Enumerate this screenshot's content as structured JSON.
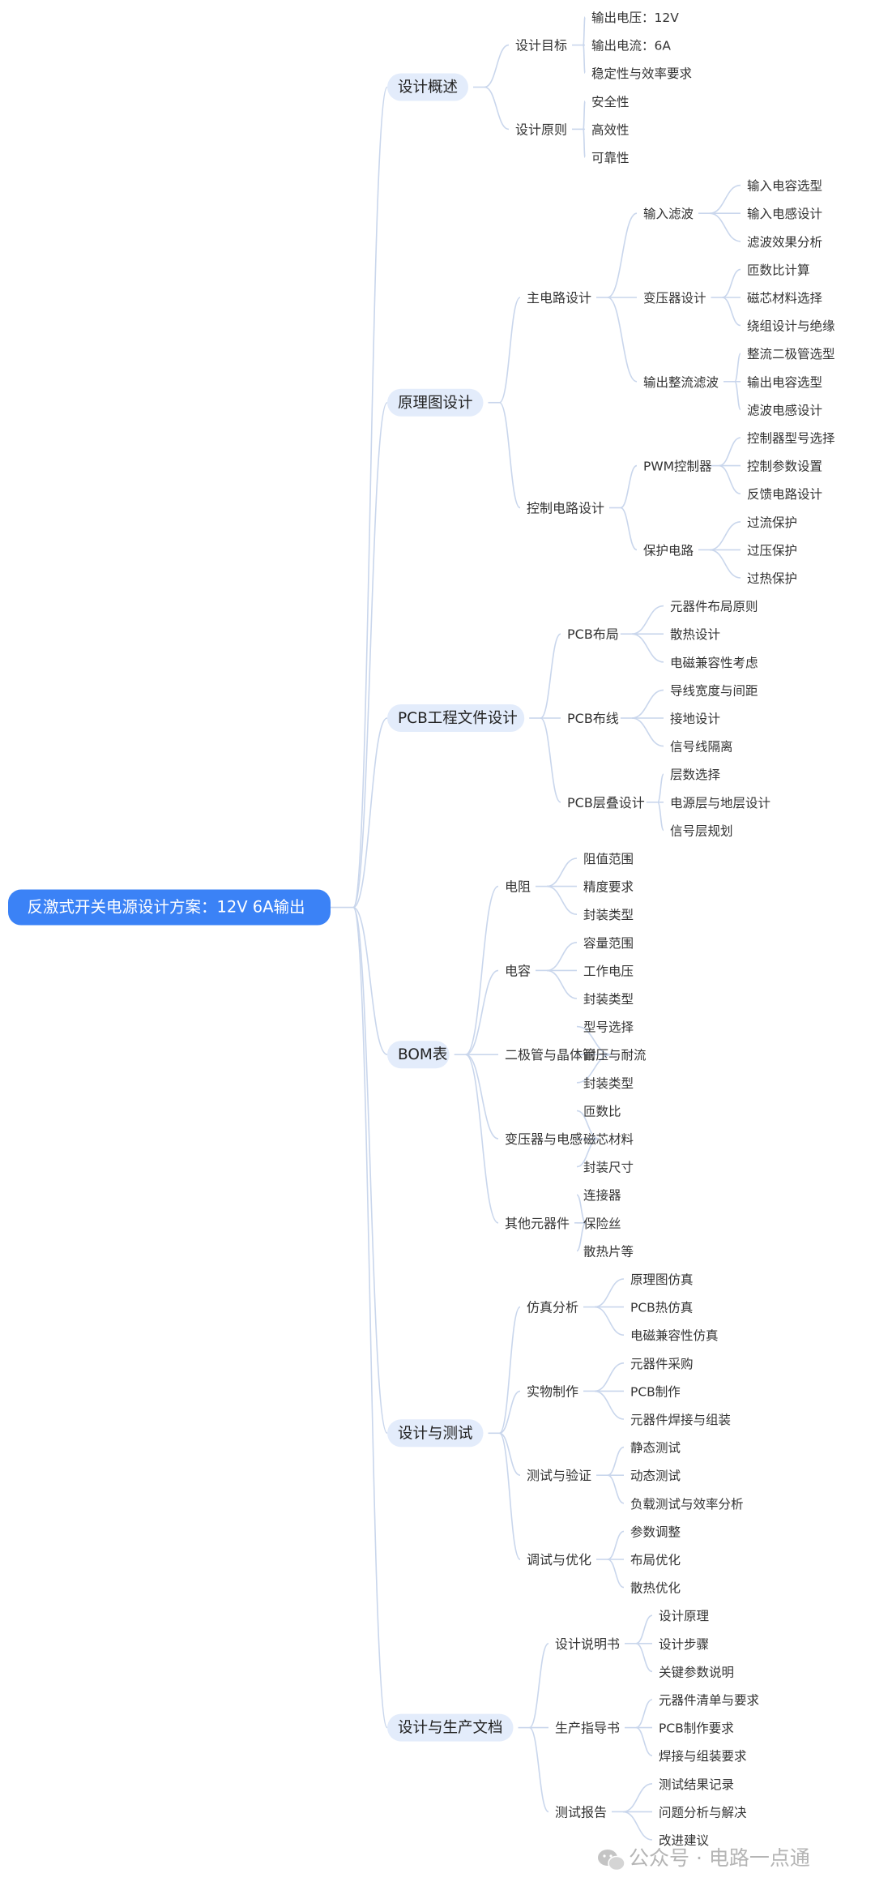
{
  "root": {
    "label": "反激式开关电源设计方案：12V 6A输出"
  },
  "branches": [
    {
      "label": "设计概述",
      "children": [
        {
          "label": "设计目标",
          "children": [
            {
              "label": "输出电压：12V"
            },
            {
              "label": "输出电流：6A"
            },
            {
              "label": "稳定性与效率要求"
            }
          ]
        },
        {
          "label": "设计原则",
          "children": [
            {
              "label": "安全性"
            },
            {
              "label": "高效性"
            },
            {
              "label": "可靠性"
            }
          ]
        }
      ]
    },
    {
      "label": "原理图设计",
      "children": [
        {
          "label": "主电路设计",
          "children": [
            {
              "label": "输入滤波",
              "children": [
                {
                  "label": "输入电容选型"
                },
                {
                  "label": "输入电感设计"
                },
                {
                  "label": "滤波效果分析"
                }
              ]
            },
            {
              "label": "变压器设计",
              "children": [
                {
                  "label": "匝数比计算"
                },
                {
                  "label": "磁芯材料选择"
                },
                {
                  "label": "绕组设计与绝缘"
                }
              ]
            },
            {
              "label": "输出整流滤波",
              "children": [
                {
                  "label": "整流二极管选型"
                },
                {
                  "label": "输出电容选型"
                },
                {
                  "label": "滤波电感设计"
                }
              ]
            }
          ]
        },
        {
          "label": "控制电路设计",
          "children": [
            {
              "label": "PWM控制器",
              "children": [
                {
                  "label": "控制器型号选择"
                },
                {
                  "label": "控制参数设置"
                },
                {
                  "label": "反馈电路设计"
                }
              ]
            },
            {
              "label": "保护电路",
              "children": [
                {
                  "label": "过流保护"
                },
                {
                  "label": "过压保护"
                },
                {
                  "label": "过热保护"
                }
              ]
            }
          ]
        }
      ]
    },
    {
      "label": "PCB工程文件设计",
      "children": [
        {
          "label": "PCB布局",
          "children": [
            {
              "label": "元器件布局原则"
            },
            {
              "label": "散热设计"
            },
            {
              "label": "电磁兼容性考虑"
            }
          ]
        },
        {
          "label": "PCB布线",
          "children": [
            {
              "label": "导线宽度与间距"
            },
            {
              "label": "接地设计"
            },
            {
              "label": "信号线隔离"
            }
          ]
        },
        {
          "label": "PCB层叠设计",
          "children": [
            {
              "label": "层数选择"
            },
            {
              "label": "电源层与地层设计"
            },
            {
              "label": "信号层规划"
            }
          ]
        }
      ]
    },
    {
      "label": "BOM表",
      "children": [
        {
          "label": "电阻",
          "children": [
            {
              "label": "阻值范围"
            },
            {
              "label": "精度要求"
            },
            {
              "label": "封装类型"
            }
          ]
        },
        {
          "label": "电容",
          "children": [
            {
              "label": "容量范围"
            },
            {
              "label": "工作电压"
            },
            {
              "label": "封装类型"
            }
          ]
        },
        {
          "label": "二极管与晶体管",
          "children": [
            {
              "label": "型号选择"
            },
            {
              "label": "耐压与耐流"
            },
            {
              "label": "封装类型"
            }
          ]
        },
        {
          "label": "变压器与电感",
          "children": [
            {
              "label": "匝数比"
            },
            {
              "label": "磁芯材料"
            },
            {
              "label": "封装尺寸"
            }
          ]
        },
        {
          "label": "其他元器件",
          "children": [
            {
              "label": "连接器"
            },
            {
              "label": "保险丝"
            },
            {
              "label": "散热片等"
            }
          ]
        }
      ]
    },
    {
      "label": "设计与测试",
      "children": [
        {
          "label": "仿真分析",
          "children": [
            {
              "label": "原理图仿真"
            },
            {
              "label": "PCB热仿真"
            },
            {
              "label": "电磁兼容性仿真"
            }
          ]
        },
        {
          "label": "实物制作",
          "children": [
            {
              "label": "元器件采购"
            },
            {
              "label": "PCB制作"
            },
            {
              "label": "元器件焊接与组装"
            }
          ]
        },
        {
          "label": "测试与验证",
          "children": [
            {
              "label": "静态测试"
            },
            {
              "label": "动态测试"
            },
            {
              "label": "负载测试与效率分析"
            }
          ]
        },
        {
          "label": "调试与优化",
          "children": [
            {
              "label": "参数调整"
            },
            {
              "label": "布局优化"
            },
            {
              "label": "散热优化"
            }
          ]
        }
      ]
    },
    {
      "label": "设计与生产文档",
      "children": [
        {
          "label": "设计说明书",
          "children": [
            {
              "label": "设计原理"
            },
            {
              "label": "设计步骤"
            },
            {
              "label": "关键参数说明"
            }
          ]
        },
        {
          "label": "生产指导书",
          "children": [
            {
              "label": "元器件清单与要求"
            },
            {
              "label": "PCB制作要求"
            },
            {
              "label": "焊接与组装要求"
            }
          ]
        },
        {
          "label": "测试报告",
          "children": [
            {
              "label": "测试结果记录"
            },
            {
              "label": "问题分析与解决"
            },
            {
              "label": "改进建议"
            }
          ]
        }
      ]
    }
  ],
  "watermark": {
    "label": "公众号 · 电路一点通",
    "icon": "wechat-icon"
  },
  "colors": {
    "root_fill": "#3b82f6",
    "level1_fill": "#e3ecfb",
    "connector": "#c9d6ec",
    "text": "#333333"
  }
}
